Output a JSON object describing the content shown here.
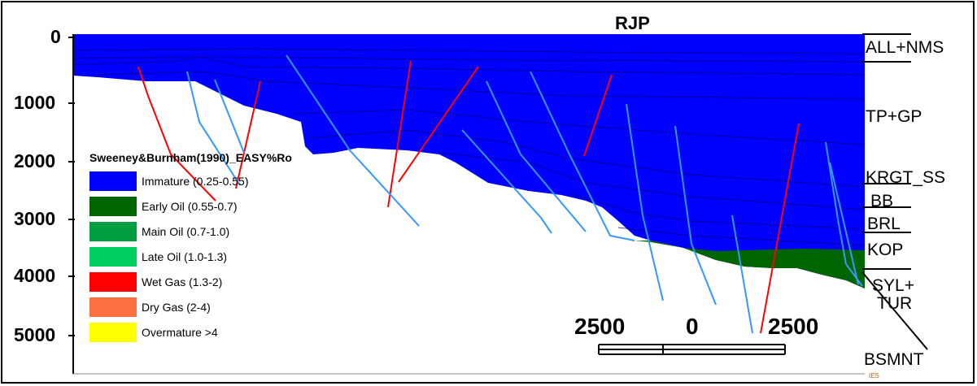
{
  "title": "RJP",
  "depth_labels": [
    "0",
    "1000",
    "2000",
    "3000",
    "4000",
    "5000"
  ],
  "formations": {
    "all_nms": "ALL+NMS",
    "tp_gp": "TP+GP",
    "krgt_ss": "KRGT_SS",
    "bb": "BB",
    "brl": "BRL",
    "kop": "KOP",
    "syl": "SYL+",
    "tur": "TUR",
    "bsmnt": "BSMNT"
  },
  "legend": {
    "title": "Sweeney&Burnham(1990)_EASY%Ro",
    "items": [
      {
        "label": "Immature (0.25-0.55)",
        "color": "#0000ff"
      },
      {
        "label": "Early Oil (0.55-0.7)",
        "color": "#006400"
      },
      {
        "label": "Main Oil (0.7-1.0)",
        "color": "#00a040"
      },
      {
        "label": "Late Oil (1.0-1.3)",
        "color": "#00d060"
      },
      {
        "label": "Wet Gas (1.3-2)",
        "color": "#ff0000"
      },
      {
        "label": "Dry Gas (2-4)",
        "color": "#ff7040"
      },
      {
        "label": "Overmature >4",
        "color": "#ffff00"
      }
    ]
  },
  "scale_bar": {
    "left": "2500",
    "mid": "0",
    "right": "2500"
  },
  "credit": "IES",
  "colors": {
    "immature": "#0000ff",
    "early_oil": "#006400",
    "fault_red": "#ff0000",
    "fault_blue": "#3399ff",
    "horizon": "#000080"
  }
}
